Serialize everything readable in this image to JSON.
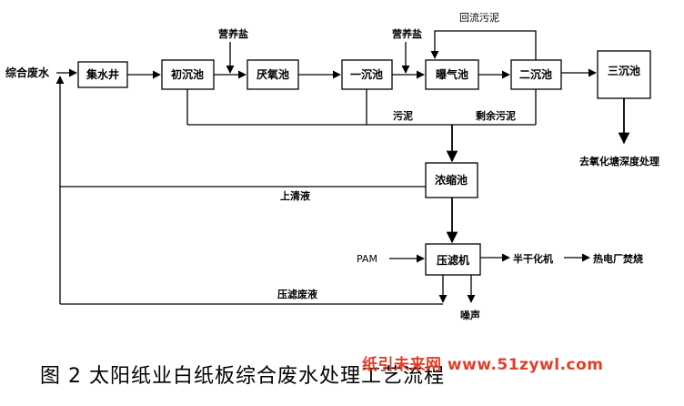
{
  "diagram": {
    "nodes": {
      "jishuijing": "集水井",
      "chuchenchi": "初沉池",
      "yanyangchi": "厌氧池",
      "yichenchi": "一沉池",
      "puqichi": "曝气池",
      "erchenchi": "二沉池",
      "sanchenchi": "三沉池",
      "nongsuochi": "浓缩池",
      "yalvji": "压滤机"
    },
    "labels": {
      "zongheshui": "综合废水",
      "yingyangyan_1": "营养盐",
      "yingyangyan_2": "营养盐",
      "huiliuwuni": "回流污泥",
      "wuni": "污泥",
      "shengyuwuni": "剩余污泥",
      "shangqingye": "上清液",
      "pam": "PAM",
      "yalvfeiye": "压滤废液",
      "zaosheng": "噪声",
      "ganhua": "半干化机",
      "fenshao": "热电厂焚烧",
      "codchuli": "去氧化塘深度处理"
    }
  },
  "caption": "图 2    太阳纸业白纸板综合废水处理工艺流程",
  "watermark": "纸引未来网  www.51zywl.com",
  "colors": {
    "watermark": "#e0402a",
    "line": "#000000"
  }
}
